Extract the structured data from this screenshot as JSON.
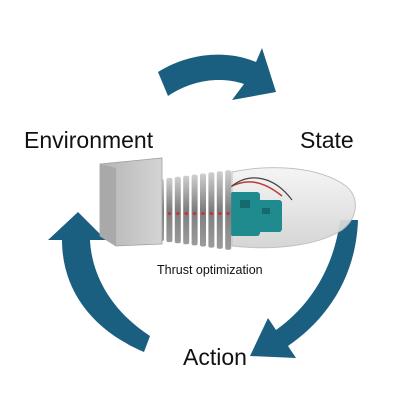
{
  "diagram": {
    "labels": {
      "environment": "Environment",
      "state": "State",
      "action": "Action",
      "caption": "Thrust optimization"
    },
    "colors": {
      "arrow": "#1b5f80",
      "body_shell": "#e9e9e9",
      "board": "#1f8b8f",
      "block": "#c4c4c4",
      "ring": "#8a8a8a",
      "wire": "#c0393a"
    },
    "icons": [
      "cycle-arrow-icon",
      "robot-fish-icon",
      "servo-motor-icon"
    ]
  }
}
